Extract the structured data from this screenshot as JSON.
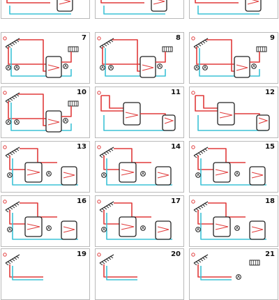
{
  "colors": {
    "hot": "#e03a3a",
    "cold": "#3cc2d6",
    "line": "#222222",
    "border": "#b9b9b9"
  },
  "schemes": [
    {
      "label": "",
      "kind": "pipes-tank-a"
    },
    {
      "label": "",
      "kind": "pipes-tank-b"
    },
    {
      "label": "",
      "kind": "pipes-tank-c"
    },
    {
      "label": "7",
      "kind": "collector-radiator"
    },
    {
      "label": "8",
      "kind": "collector-radiator"
    },
    {
      "label": "9",
      "kind": "collector-radiator"
    },
    {
      "label": "10",
      "kind": "collector-radiator"
    },
    {
      "label": "11",
      "kind": "pipes-tank"
    },
    {
      "label": "12",
      "kind": "pipes-tank"
    },
    {
      "label": "13",
      "kind": "two-tanks"
    },
    {
      "label": "14",
      "kind": "two-tanks"
    },
    {
      "label": "15",
      "kind": "two-tanks"
    },
    {
      "label": "16",
      "kind": "two-tanks"
    },
    {
      "label": "17",
      "kind": "two-tanks"
    },
    {
      "label": "18",
      "kind": "two-tanks"
    },
    {
      "label": "19",
      "kind": "collector-partial"
    },
    {
      "label": "20",
      "kind": "collector-partial"
    },
    {
      "label": "21",
      "kind": "collector-partial"
    }
  ]
}
